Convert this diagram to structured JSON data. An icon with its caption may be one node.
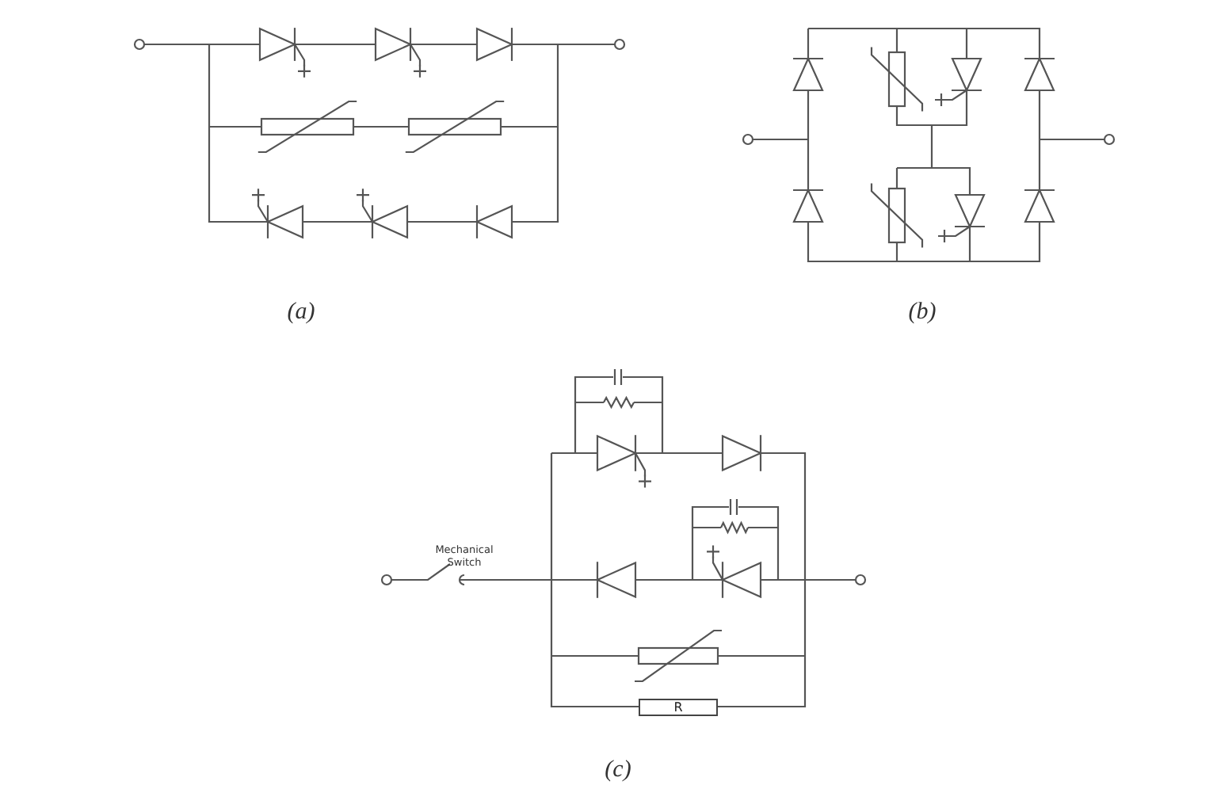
{
  "diagram": {
    "nodes": [
      {
        "text": [
          "R"
        ]
      }
    ],
    "labels": [
      "(a)",
      "(b)",
      "Mechanical Switch",
      "(c)"
    ]
  }
}
